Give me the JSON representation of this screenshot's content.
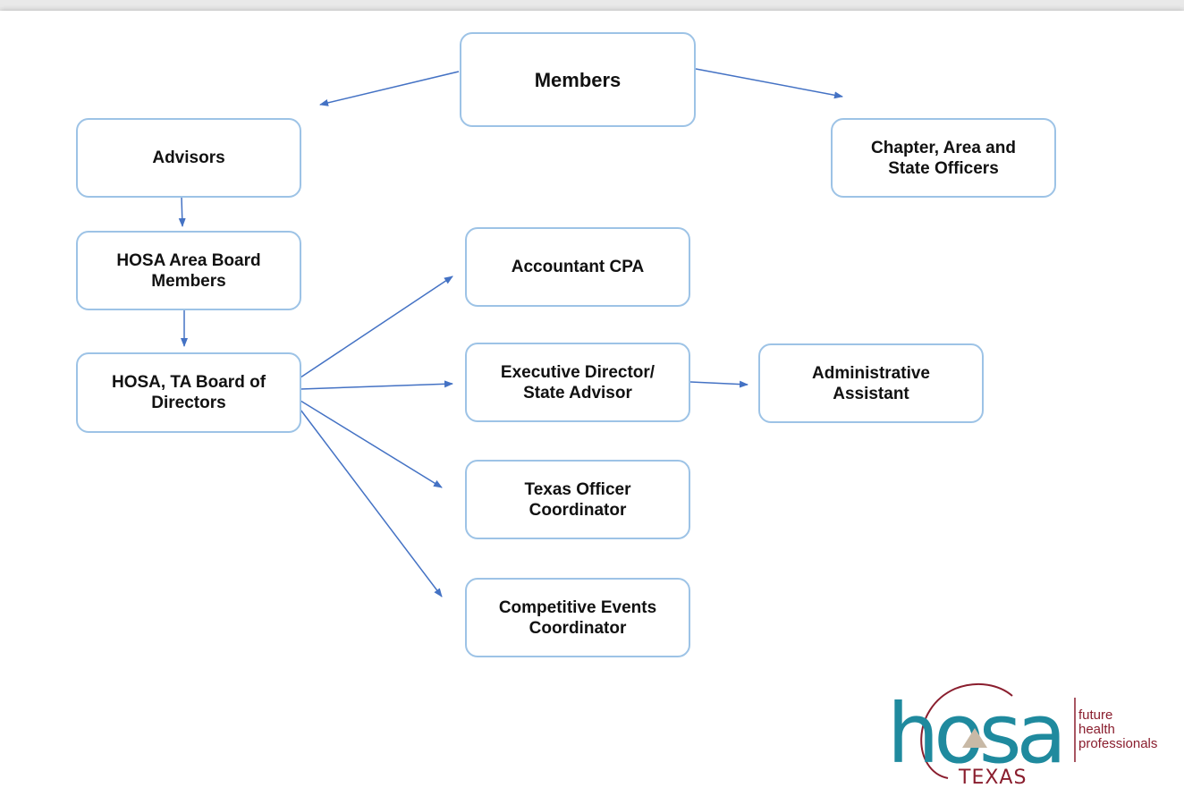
{
  "nodes": {
    "members": "Members",
    "advisors": "Advisors",
    "officers": "Chapter, Area and\nState Officers",
    "area_board": "HOSA Area Board\nMembers",
    "board_of_directors": "HOSA, TA Board of\nDirectors",
    "accountant": "Accountant CPA",
    "executive_director": "Executive Director/\nState Advisor",
    "admin_assistant": "Administrative\nAssistant",
    "officer_coordinator": "Texas Officer\nCoordinator",
    "events_coordinator": "Competitive Events\nCoordinator"
  },
  "logo": {
    "wordmark": "hosa",
    "tagline_1": "future",
    "tagline_2": "health",
    "tagline_3": "professionals",
    "state": "TEXAS"
  },
  "colors": {
    "node_border": "#9dc3e6",
    "arrow": "#4472c4",
    "logo_teal": "#1f8a9e",
    "logo_maroon": "#8a1e2e",
    "logo_triangle": "#c8b9a6"
  }
}
